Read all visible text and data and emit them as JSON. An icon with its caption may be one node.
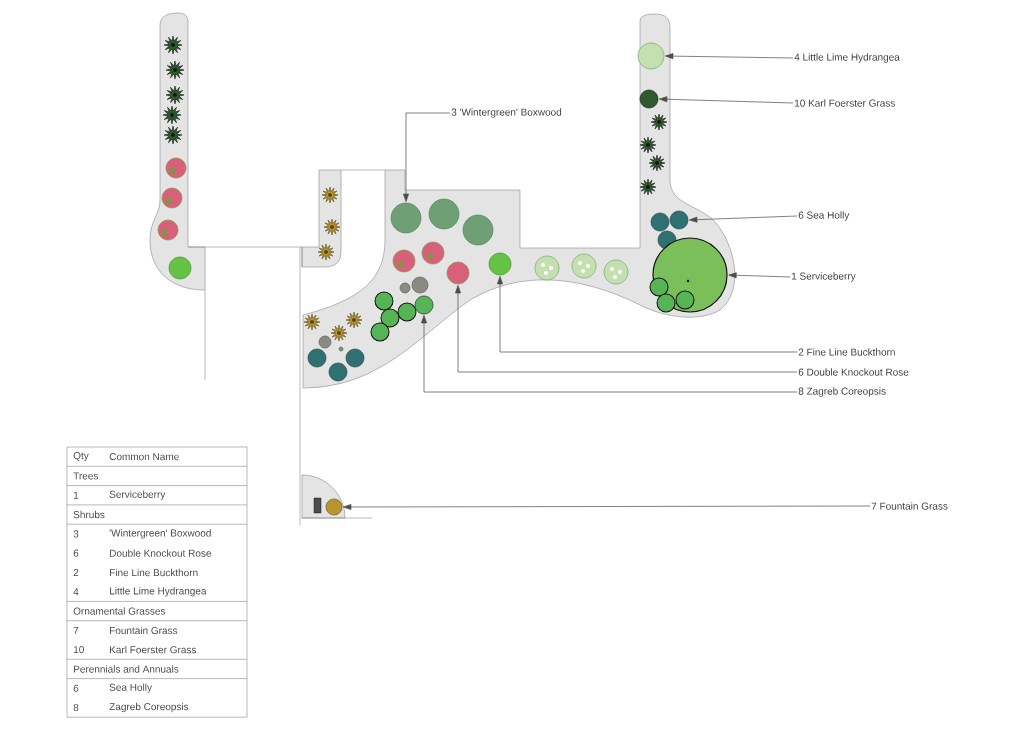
{
  "diagram": {
    "nodes": [
      {
        "text": [
          "3 'Wintergreen' Boxwood"
        ]
      },
      {
        "text": [
          "4 Little Lime Hydrangea"
        ]
      },
      {
        "text": [
          "10 Karl Foerster Grass"
        ]
      },
      {
        "text": [
          "6 Sea Holly"
        ]
      },
      {
        "text": [
          "1 Serviceberry"
        ]
      },
      {
        "text": [
          "2 Fine Line Buckthorn"
        ]
      },
      {
        "text": [
          "6 Double Knockout Rose"
        ]
      },
      {
        "text": [
          "8 Zagreb Coreopsis"
        ]
      },
      {
        "text": [
          "7 Fountain Grass"
        ]
      },
      {
        "text": [],
        "shape": "circle"
      },
      {
        "text": [],
        "shape": "circle"
      },
      {
        "text": [],
        "shape": "circle"
      },
      {
        "text": [],
        "shape": "circle"
      },
      {
        "text": [],
        "shape": "circle"
      },
      {
        "text": [],
        "shape": "circle"
      },
      {
        "text": [],
        "shape": "circle"
      },
      {
        "text": [],
        "shape": "circle"
      },
      {
        "text": [],
        "shape": "circle"
      }
    ],
    "edges": [
      {
        "from": 0,
        "to": 9,
        "arrow": "to"
      },
      {
        "from": 1,
        "to": 10,
        "arrow": "to"
      },
      {
        "from": 2,
        "to": 11,
        "arrow": "to"
      },
      {
        "from": 3,
        "to": 12,
        "arrow": "to"
      },
      {
        "from": 4,
        "to": 13,
        "arrow": "to"
      },
      {
        "from": 5,
        "to": 14,
        "arrow": "to"
      },
      {
        "from": 6,
        "to": 15,
        "arrow": "to"
      },
      {
        "from": 7,
        "to": 16,
        "arrow": "to"
      },
      {
        "from": 8,
        "to": 17,
        "arrow": "to"
      }
    ],
    "labels": [
      "Qty",
      "Common Name",
      "Trees",
      "1",
      "Serviceberry",
      "Shrubs",
      "3",
      "'Wintergreen' Boxwood",
      "6",
      "Double Knockout Rose",
      "2",
      "Fine Line Buckthorn",
      "4",
      "Little Lime Hydrangea",
      "Ornamental Grasses",
      "7",
      "Fountain Grass",
      "10",
      "Karl Foerster Grass",
      "Perennials and Annuals",
      "6",
      "Sea Holly",
      "8",
      "Zagreb Coreopsis"
    ]
  }
}
